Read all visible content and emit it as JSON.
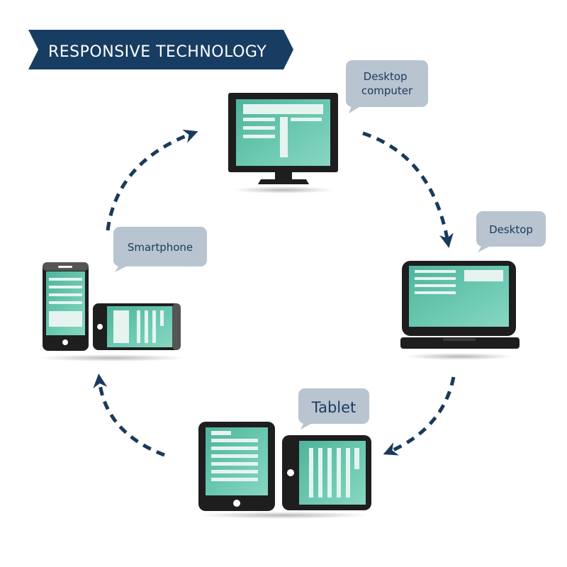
{
  "title": "RESPONSIVE TECHNOLOGY",
  "devices": {
    "desktop_computer": "Desktop\ncomputer",
    "desktop": "Desktop",
    "tablet": "Tablet",
    "smartphone": "Smartphone"
  },
  "colors": {
    "navy": "#1a3a5c",
    "screen": "#5cbfa6",
    "screen_light": "#7fd0bc",
    "content": "#e6f4f0",
    "device_dark": "#1e1e1e",
    "device_gray": "#555555",
    "bubble": "#b8c4d0",
    "bubble_text": "#1d3a5c",
    "arrow": "#1a3a5c"
  }
}
